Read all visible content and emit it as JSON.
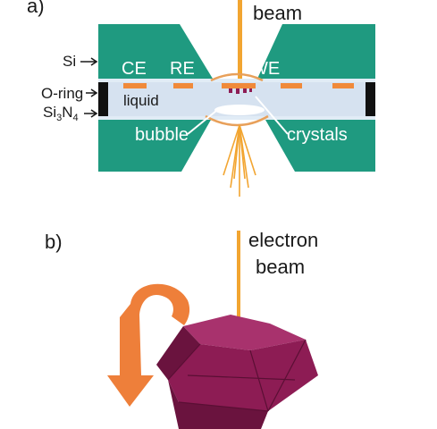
{
  "panel_a": {
    "label": "a)",
    "beam_label": "beam",
    "layers": {
      "si": "Si",
      "oring": "O-ring",
      "sin_base": "Si",
      "sin_sub1": "3",
      "sin_mid": "N",
      "sin_sub2": "4"
    },
    "electrodes": {
      "ce": "CE",
      "re": "RE",
      "we": "WE"
    },
    "liquid": "liquid",
    "bubble": "bubble",
    "crystals": "crystals",
    "colors": {
      "silicon": "#1f9a80",
      "liquid": "#d6e2f0",
      "electrode": "#f08a3a",
      "beam": "#f2a531",
      "oring": "#111111"
    }
  },
  "panel_b": {
    "label": "b)",
    "beam_label_line1": "electron",
    "beam_label_line2": "beam",
    "colors": {
      "crystal": "#8d1c54",
      "crystal_dark": "#6a133e",
      "crystal_light": "#a8326d",
      "arrow": "#ee7f3a"
    }
  }
}
